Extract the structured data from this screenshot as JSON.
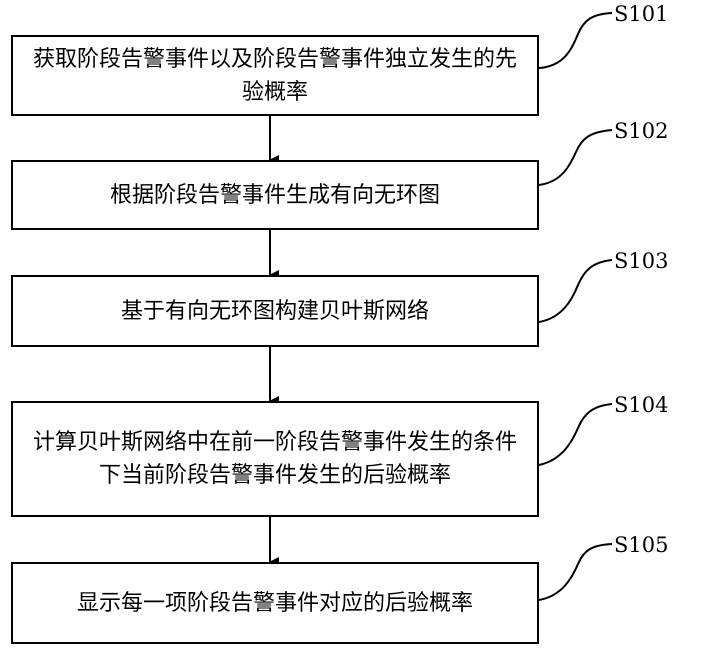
{
  "steps": [
    {
      "id": "S101",
      "text": "获取阶段告警事件以及阶段告警事件独立发生的先验概率"
    },
    {
      "id": "S102",
      "text": "根据阶段告警事件生成有向无环图"
    },
    {
      "id": "S103",
      "text": "基于有向无环图构建贝叶斯网络"
    },
    {
      "id": "S104",
      "text": "计算贝叶斯网络中在前一阶段告警事件发生的条件下当前阶段告警事件发生的后验概率"
    },
    {
      "id": "S105",
      "text": "显示每一项阶段告警事件对应的后验概率"
    }
  ]
}
